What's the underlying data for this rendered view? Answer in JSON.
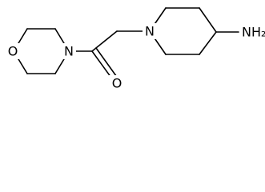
{
  "molecule": {
    "atoms": {
      "morpholine_oxygen": "O",
      "morpholine_nitrogen": "N",
      "carbonyl_oxygen": "O",
      "piperidine_nitrogen": "N",
      "amine": "NH₂"
    }
  }
}
